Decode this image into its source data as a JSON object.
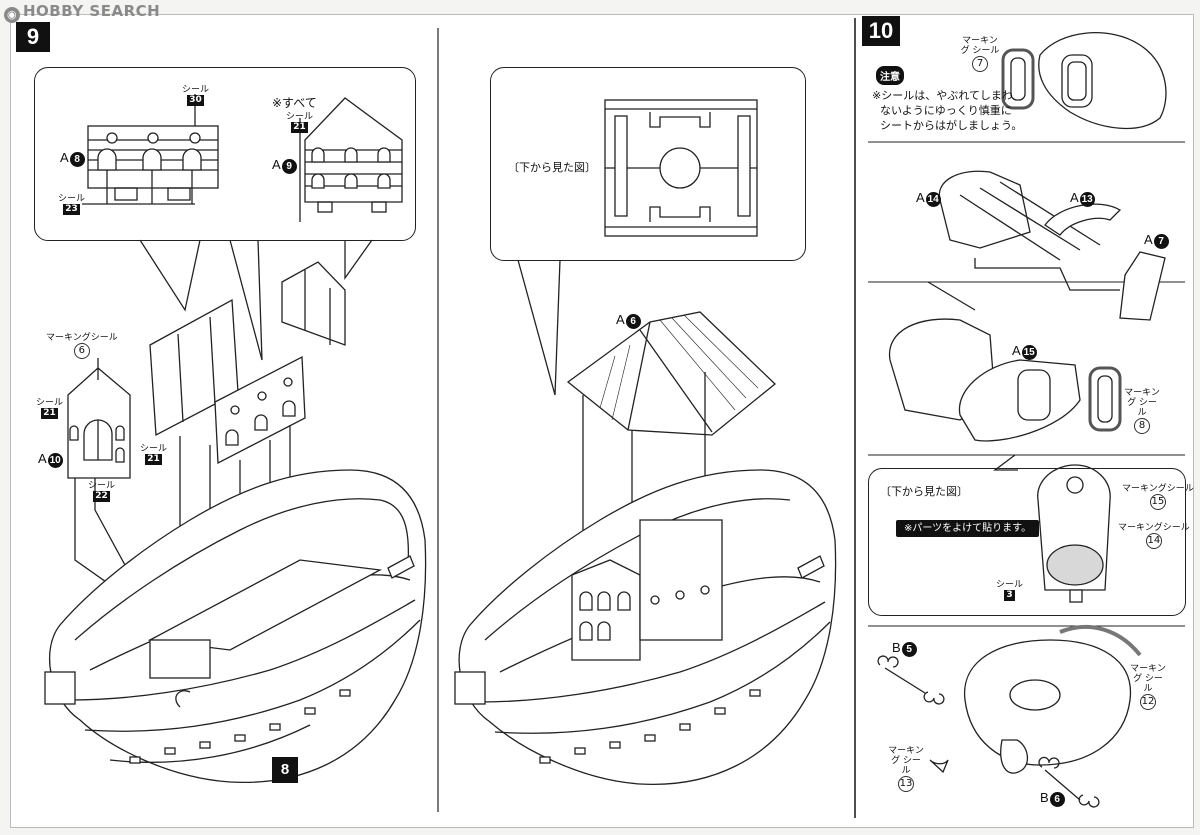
{
  "watermark": "HOBBY SEARCH",
  "steps": {
    "nine": "9",
    "ten": "10",
    "part8": "8"
  },
  "step9": {
    "top_box": {
      "seal_30_title": "シール",
      "seal_30_num": "30",
      "part_a8": "A",
      "part_a8_num": "8",
      "seal_23_title": "シール",
      "seal_23_num": "23",
      "all_note": "※すべて",
      "seal_21_title": "シール",
      "seal_21_num": "21",
      "part_a9": "A",
      "part_a9_num": "9"
    },
    "left": {
      "marking_title": "マーキングシール",
      "marking_num": "6",
      "seal_21a_title": "シール",
      "seal_21a_num": "21",
      "seal_21b_title": "シール",
      "seal_21b_num": "21",
      "part_a10": "A",
      "part_a10_num": "10",
      "seal_22_title": "シール",
      "seal_22_num": "22"
    }
  },
  "step9b": {
    "bottom_view": "〔下から見た図〕",
    "part_a6": "A",
    "part_a6_num": "6"
  },
  "step10": {
    "marking7_title": "マーキング シール",
    "marking7_num": "7",
    "caution": "注意",
    "caution_lines": [
      "※シールは、やぶれてしまわ",
      "ないようにゆっくり慎重に",
      "シートからはがしましょう。"
    ],
    "part_a14": "A",
    "part_a14_num": "14",
    "part_a13": "A",
    "part_a13_num": "13",
    "part_a7": "A",
    "part_a7_num": "7",
    "part_a15": "A",
    "part_a15_num": "15",
    "marking8_title": "マーキング シール",
    "marking8_num": "8",
    "bottom_view": "〔下から見た図〕",
    "marking15_title": "マーキングシール",
    "marking15_num": "15",
    "avoid_note": "※パーツをよけて貼ります。",
    "marking14_title": "マーキングシール",
    "marking14_num": "14",
    "seal3_title": "シール",
    "seal3_num": "3",
    "part_b5": "B",
    "part_b5_num": "5",
    "marking12_title": "マーキング シール",
    "marking12_num": "12",
    "marking13_title": "マーキング シール",
    "marking13_num": "13",
    "part_b6": "B",
    "part_b6_num": "6"
  }
}
